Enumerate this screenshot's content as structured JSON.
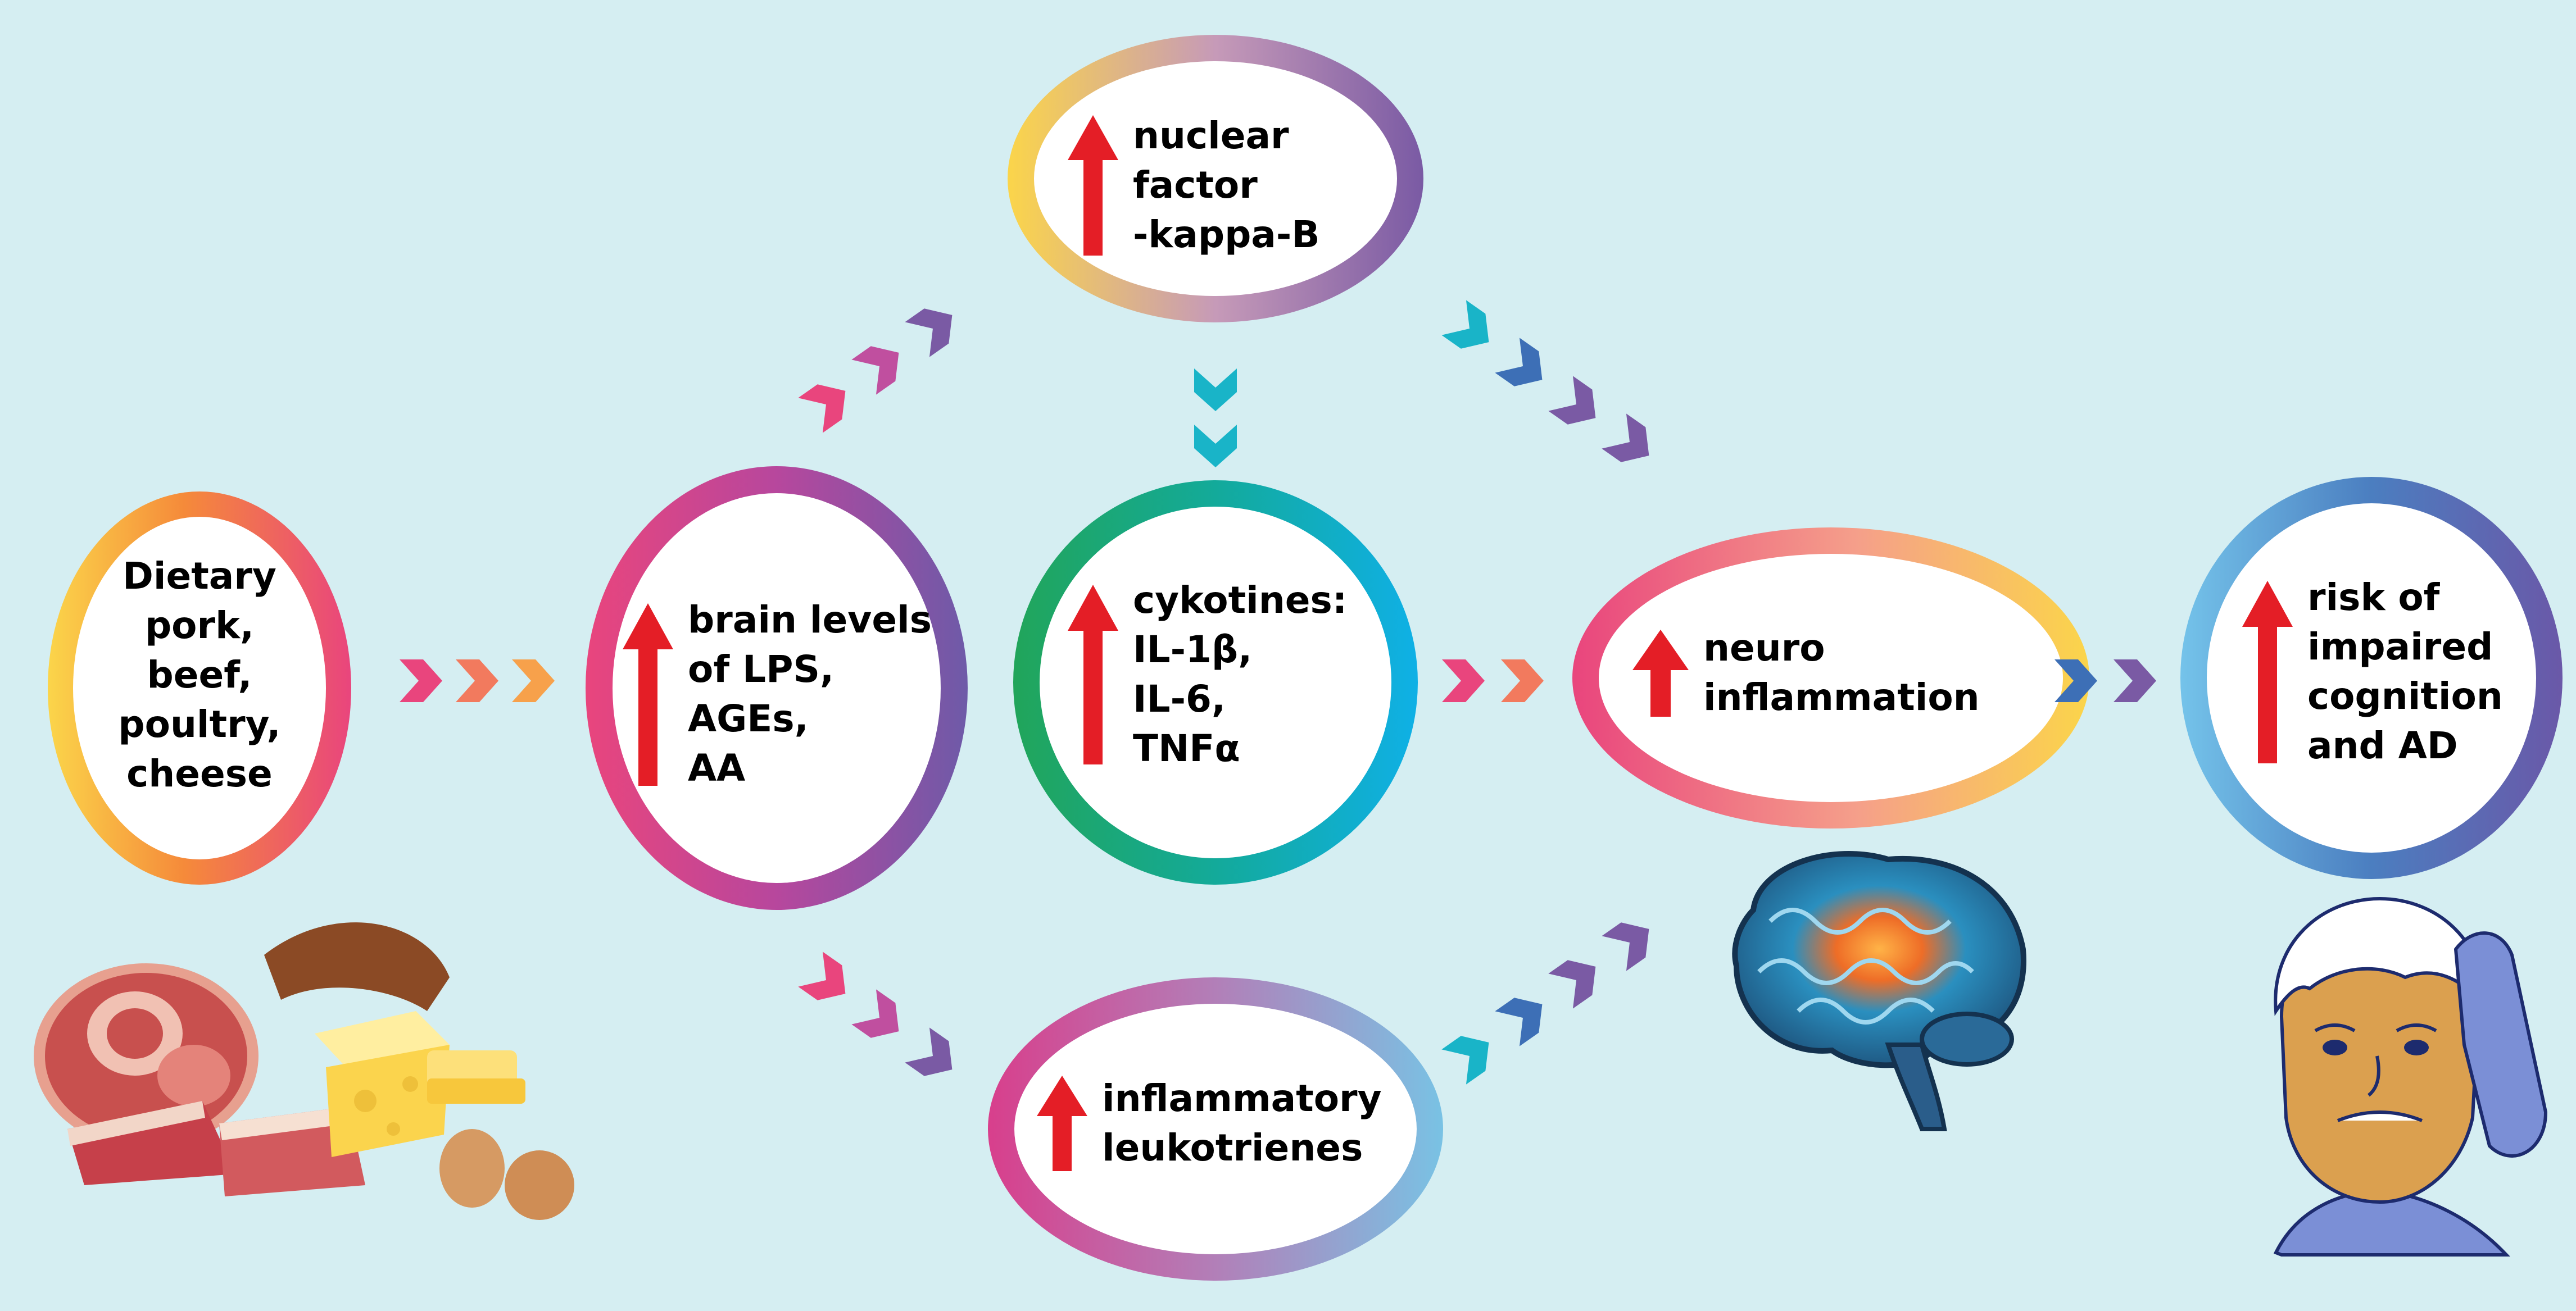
{
  "colors": {
    "background": "#d5eef2",
    "up_arrow": "#e41e26",
    "pink": "#e9457d",
    "magenta": "#c04f9f",
    "purple": "#7a5aa4",
    "teal": "#19b4c8",
    "blue": "#3d6fb6",
    "orange": "#f7a14b",
    "yellow": "#fbd54a",
    "green": "#21a55a"
  },
  "nodes": {
    "dietary": {
      "lines": [
        "Dietary",
        "pork,",
        "beef,",
        "poultry,",
        "cheese"
      ]
    },
    "brain_levels": {
      "up_arrow": true,
      "lines": [
        "brain levels",
        "of LPS,",
        "AGEs,",
        "AA"
      ]
    },
    "nfkb": {
      "up_arrow": true,
      "lines": [
        "nuclear",
        "factor",
        "-kappa-B"
      ]
    },
    "cytokines": {
      "up_arrow": true,
      "lines": [
        "cykotines:",
        "IL-1β,",
        "IL-6,",
        "TNFα"
      ]
    },
    "leukotrienes": {
      "up_arrow": true,
      "lines": [
        "inflammatory",
        "leukotrienes"
      ]
    },
    "neuroinflammation": {
      "up_arrow": true,
      "lines": [
        "neuro",
        "inflammation"
      ]
    },
    "risk": {
      "up_arrow": true,
      "lines": [
        "risk of",
        "impaired",
        "cognition",
        "and AD"
      ]
    }
  },
  "illustrations": {
    "food": "meat-cheese-eggs-illustration",
    "brain": "inflamed-brain-illustration",
    "person": "elderly-person-illustration"
  },
  "connectors": {
    "dietary_to_brain_levels": "chevrons-right",
    "brain_levels_to_nfkb": "chevrons-up-right",
    "brain_levels_to_leukotrienes": "chevrons-down-right",
    "nfkb_to_cytokines": "chevrons-down",
    "nfkb_to_neuroinflammation": "chevrons-down-right",
    "cytokines_to_neuroinflammation": "chevrons-right",
    "leukotrienes_to_neuroinflammation": "chevrons-up-right",
    "neuroinflammation_to_risk": "chevrons-right"
  }
}
